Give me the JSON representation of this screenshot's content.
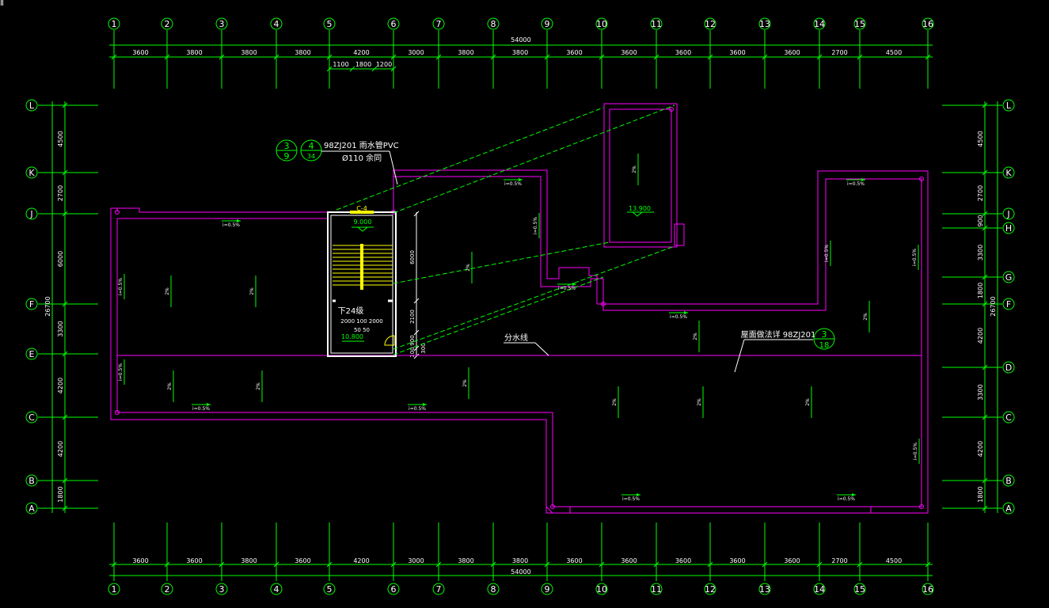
{
  "colors": {
    "background": "#000000",
    "grid": "#00ff00",
    "wall": "#ff00ff",
    "stair": "#ffff00",
    "stair_frame": "#ffffff",
    "text": "#ffffff"
  },
  "corner_mark": "Ⅱ",
  "grid_columns": [
    "1",
    "2",
    "3",
    "4",
    "5",
    "6",
    "7",
    "8",
    "9",
    "10",
    "11",
    "12",
    "13",
    "14",
    "15",
    "16"
  ],
  "grid_rows_left": [
    "L",
    "K",
    "J",
    "F",
    "E",
    "C",
    "B",
    "A"
  ],
  "grid_rows_right": [
    "L",
    "K",
    "J",
    "H",
    "G",
    "F",
    "D",
    "C",
    "B",
    "A"
  ],
  "top_dims": {
    "total": "54000",
    "spans": [
      "3600",
      "3800",
      "3800",
      "3800",
      "4200",
      "3000",
      "3800",
      "3800",
      "3600",
      "3600",
      "3600",
      "3600",
      "3600",
      "2700",
      "4500"
    ],
    "sub_spans": [
      "1100",
      "1800",
      "1200"
    ]
  },
  "bottom_dims": {
    "total": "54000",
    "spans": [
      "3600",
      "3600",
      "3800",
      "3600",
      "4200",
      "3000",
      "3800",
      "3800",
      "3600",
      "3600",
      "3600",
      "3600",
      "3600",
      "2700",
      "4500"
    ]
  },
  "left_dims": {
    "total": "26700",
    "spans": [
      "4500",
      "2700",
      "6000",
      "3300",
      "4200",
      "4200",
      "1800"
    ]
  },
  "right_dims": {
    "total": "26700",
    "spans": [
      "4500",
      "2700",
      "900",
      "3300",
      "1800",
      "4200",
      "3300",
      "4200",
      "1800"
    ]
  },
  "stair_dims": {
    "spans": [
      "6000",
      "2100",
      "900",
      "100"
    ],
    "extra": "300"
  },
  "labels": {
    "detail_circle_a_top": "3",
    "detail_circle_a_bottom": "9",
    "detail_circle_b_top": "4",
    "detail_circle_b_bottom": "34",
    "downpipe_ref": "98ZJ201 雨水管PVC",
    "downpipe_size": "Ø110 余同",
    "stair_label": "C-4",
    "stair_level_top": "9.000",
    "stair_down": "下24级",
    "stair_width": "2000  100  2000",
    "stair_landing": "50  50",
    "stair_level_bottom": "10.800",
    "roof_level": "13.900",
    "divide_line": "分水线",
    "roof_ref": "屋面做法详 98ZJ201",
    "roof_circle_top": "3",
    "roof_circle_bottom": "18",
    "slope": "i=0.5%",
    "slope_v": "i=0.5%",
    "slope_tag": "2%"
  }
}
